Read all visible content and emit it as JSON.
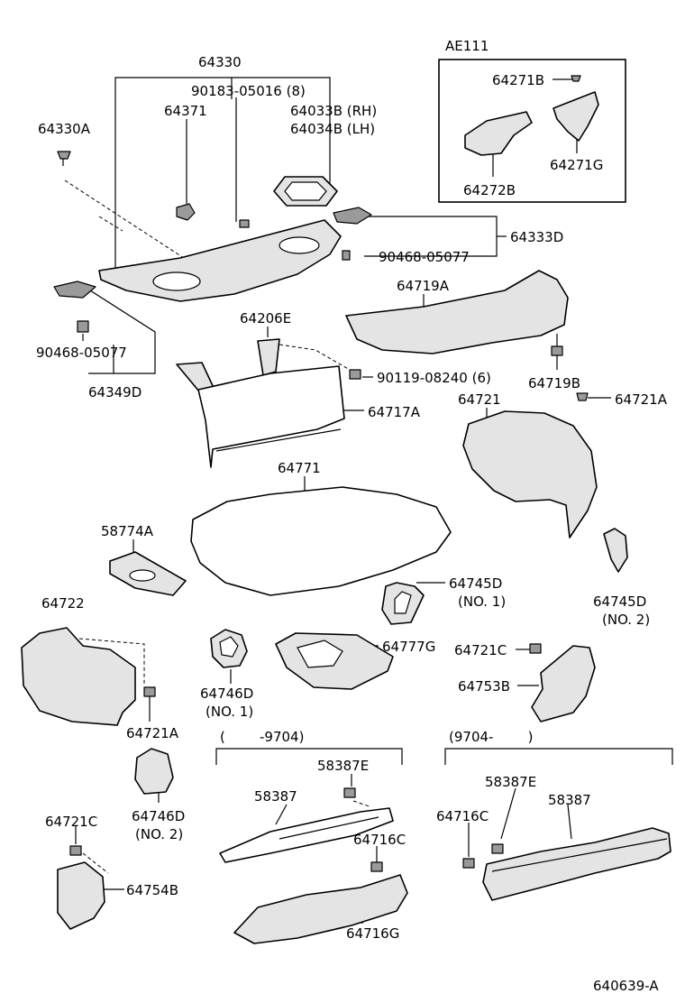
{
  "labels": {
    "ae111": "AE111",
    "p64330": "64330",
    "p90183": "90183-05016 (8)",
    "p64371": "64371",
    "p64033b": "64033B (RH)",
    "p64034b": "64034B (LH)",
    "p64330a": "64330A",
    "p64271b": "64271B",
    "p64271g": "64271G",
    "p64272b": "64272B",
    "p64333d": "64333D",
    "p90468a": "90468-05077",
    "p64719a": "64719A",
    "p64206e": "64206E",
    "p90468b": "90468-05077",
    "p90119": "90119-08240 (6)",
    "p64719b": "64719B",
    "p64349d": "64349D",
    "p64721": "64721",
    "p64721a_top": "64721A",
    "p64717a": "64717A",
    "p64771": "64771",
    "p58774a": "58774A",
    "p64745d_1": "64745D",
    "p64745d_1_sub": "(NO. 1)",
    "p64745d_2": "64745D",
    "p64745d_2_sub": "(NO. 2)",
    "p64722": "64722",
    "p64777g": "64777G",
    "p64721c_r": "64721C",
    "p64753b": "64753B",
    "p64746d_1": "64746D",
    "p64746d_1_sub": "(NO. 1)",
    "p64721a_bot": "64721A",
    "p9704_left": "(        -9704)",
    "p9704_right": "(9704-        )",
    "p58387e_l": "58387E",
    "p58387_l": "58387",
    "p64746d_2": "64746D",
    "p64746d_2_sub": "(NO. 2)",
    "p58387e_r": "58387E",
    "p58387_r": "58387",
    "p64716c_r": "64716C",
    "p64721c_l": "64721C",
    "p64716c_l": "64716C",
    "p64754b": "64754B",
    "p64716g": "64716G",
    "figure_code": "640639-A"
  }
}
